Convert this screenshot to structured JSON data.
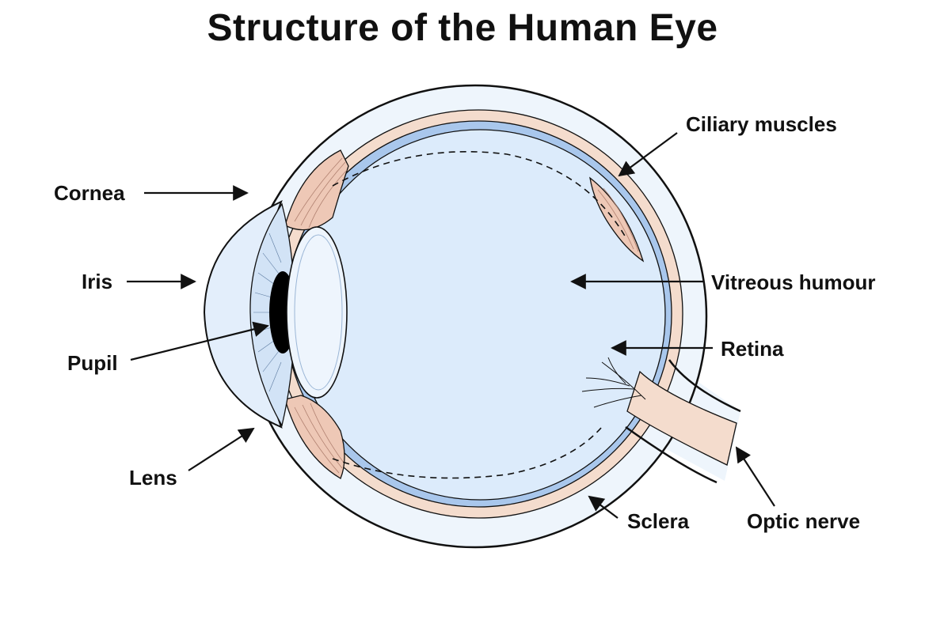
{
  "title": "Structure of the Human Eye",
  "labels": {
    "cornea": "Cornea",
    "iris": "Iris",
    "pupil": "Pupil",
    "lens": "Lens",
    "ciliary_muscles": "Ciliary muscles",
    "vitreous_humour": "Vitreous humour",
    "retina": "Retina",
    "sclera": "Sclera",
    "optic_nerve": "Optic nerve"
  },
  "colors": {
    "sclera_fill": "#eef5fc",
    "vitreous_fill": "#dcebfb",
    "retina_band": "#a9c7ec",
    "choroid_band": "#f4dccd",
    "muscle_fill": "#eec8b6",
    "line": "#111111"
  }
}
